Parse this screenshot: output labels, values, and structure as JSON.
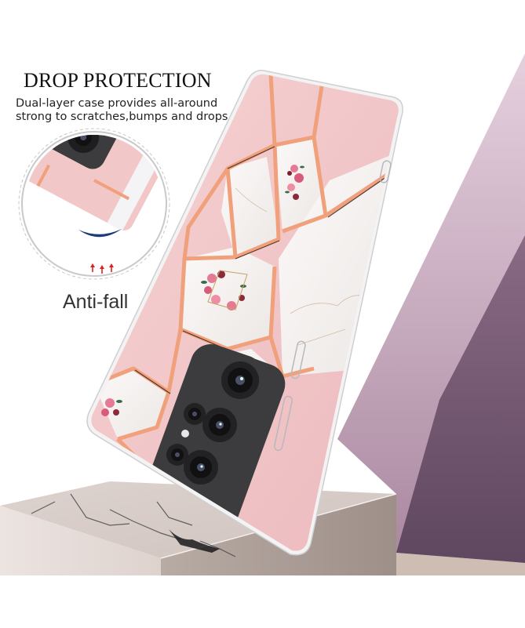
{
  "headline": "DROP PROTECTION",
  "description": {
    "line1": "Dual-layer case provides all-around",
    "line2": "strong to scratches,bumps and drops"
  },
  "inset": {
    "label": "Anti-fall",
    "icons": [
      "camera-closeup-icon",
      "shock-absorb-arc-icon",
      "up-arrows-icon"
    ]
  },
  "product": {
    "name": "phone-case",
    "pattern": "pink marble geometric hexagon with floral wreaths",
    "camera_lenses": 5,
    "flash": 1
  },
  "colors": {
    "tile_pink": "#f2c7c8",
    "tile_white": "#f6f3f2",
    "rose_gold_line": "#f0a07a",
    "camera_module": "#3a3a3c",
    "wall_purple_light": "#d9bfd2",
    "wall_purple_dark": "#6b5168",
    "pedestal": "#d8cdc7",
    "arc_blue": "#1f3a7a",
    "arrow_red": "#e02020"
  }
}
